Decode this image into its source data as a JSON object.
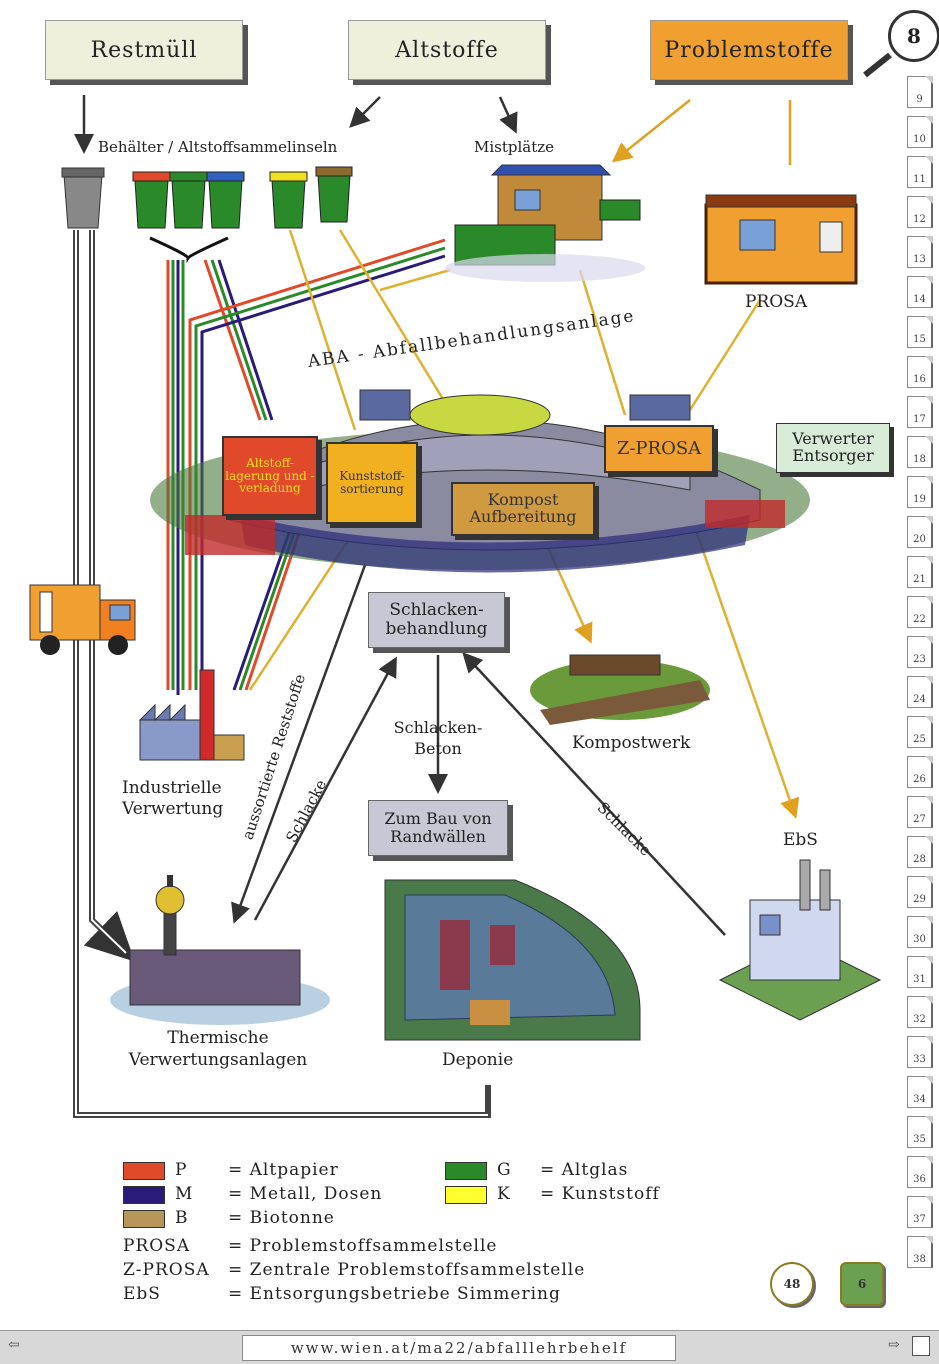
{
  "page_number": "8",
  "top_boxes": {
    "restmuell": "Restmüll",
    "altstoffe": "Altstoffe",
    "problemstoffe": "Problemstoffe"
  },
  "collection": {
    "containers_label": "Behälter / Altstoffsammelinseln",
    "mistplaetze_label": "Mistplätze",
    "prosa_label": "PROSA"
  },
  "aba": {
    "arc_title": "ABA - Abfallbehandlungsanlage",
    "altstoff_stage": "Altstoff-lagerung und -verladung",
    "kunststoff_stage": "Kunststoff-sortierung",
    "kompost_stage": "Kompost Aufbereitung",
    "zprosa_stage": "Z-PROSA",
    "verwerter_box": "Verwerter Entsorger"
  },
  "schlacken": {
    "behandlung": "Schlacken-behandlung",
    "beton": "Schlacken-Beton",
    "randwaelle": "Zum Bau von Randwällen",
    "schlacke_left": "Schlacke",
    "schlacke_right": "Schlacke",
    "reststoffe": "aussortierte Reststoffe"
  },
  "destinations": {
    "industrielle": "Industrielle Verwertung",
    "kompostwerk": "Kompostwerk",
    "thermische": "Thermische Verwertungsanlagen",
    "deponie": "Deponie",
    "ebs": "EbS"
  },
  "legend": {
    "items": [
      {
        "code": "P",
        "text": "= Altpapier",
        "color": "#e04a2a"
      },
      {
        "code": "M",
        "text": "= Metall, Dosen",
        "color": "#2a1a7a"
      },
      {
        "code": "B",
        "text": "= Biotonne",
        "color": "#b8955a"
      },
      {
        "code": "G",
        "text": "= Altglas",
        "color": "#2a8a2a"
      },
      {
        "code": "K",
        "text": "= Kunststoff",
        "color": "#ffff30"
      }
    ],
    "abbreviations": [
      {
        "code": "PROSA",
        "text": "= Problemstoffsammelstelle"
      },
      {
        "code": "Z-PROSA",
        "text": "= Zentrale Problemstoffsammelstelle"
      },
      {
        "code": "EbS",
        "text": "= Entsorgungsbetriebe Simmering"
      }
    ]
  },
  "footer": {
    "url": "www.wien.at/ma22/abfalllehrbehelf",
    "nav_logo_left": "48",
    "nav_logo_right": "6"
  },
  "tabs": [
    "9",
    "10",
    "11",
    "12",
    "13",
    "14",
    "15",
    "16",
    "17",
    "18",
    "19",
    "20",
    "21",
    "22",
    "23",
    "24",
    "25",
    "26",
    "27",
    "28",
    "29",
    "30",
    "31",
    "32",
    "33",
    "34",
    "35",
    "36",
    "37",
    "38"
  ],
  "colors": {
    "orange": "#f0a030",
    "red_stage": "#e04a2a",
    "yellow_stage": "#f0b020",
    "flow_yellow": "#e0b030"
  }
}
